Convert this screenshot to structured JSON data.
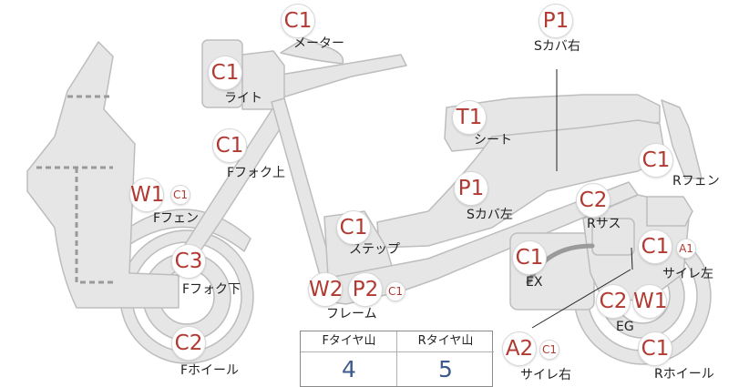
{
  "parts": [
    {
      "id": "meter",
      "name": "メーター",
      "grades": [
        "C1"
      ]
    },
    {
      "id": "s-cover-right",
      "name": "Sカバ右",
      "grades": [
        "P1"
      ]
    },
    {
      "id": "light",
      "name": "ライト",
      "grades": [
        "C1"
      ]
    },
    {
      "id": "seat",
      "name": "シート",
      "grades": [
        "T1"
      ]
    },
    {
      "id": "front-fork-upper",
      "name": "Fフォク上",
      "grades": [
        "C1"
      ]
    },
    {
      "id": "rear-fender",
      "name": "Rフェン",
      "grades": [
        "C1"
      ]
    },
    {
      "id": "front-fender",
      "name": "Fフェン",
      "grades": [
        "W1",
        "C1"
      ]
    },
    {
      "id": "s-cover-left",
      "name": "Sカバ左",
      "grades": [
        "P1"
      ]
    },
    {
      "id": "rear-suspension",
      "name": "Rサス",
      "grades": [
        "C2"
      ]
    },
    {
      "id": "step",
      "name": "ステップ",
      "grades": [
        "C1"
      ]
    },
    {
      "id": "side-muffler-left",
      "name": "サイレ左",
      "grades": [
        "C1",
        "A1"
      ]
    },
    {
      "id": "exhaust",
      "name": "EX",
      "grades": [
        "C1"
      ]
    },
    {
      "id": "front-fork-lower",
      "name": "Fフォク下",
      "grades": [
        "C3"
      ]
    },
    {
      "id": "frame",
      "name": "フレーム",
      "grades": [
        "W2",
        "P2",
        "C1"
      ]
    },
    {
      "id": "engine",
      "name": "EG",
      "grades": [
        "C2",
        "W1"
      ]
    },
    {
      "id": "front-wheel",
      "name": "Fホイール",
      "grades": [
        "C2"
      ]
    },
    {
      "id": "side-muffler-right",
      "name": "サイレ右",
      "grades": [
        "A2",
        "C1"
      ]
    },
    {
      "id": "rear-wheel",
      "name": "Rホイール",
      "grades": [
        "C1"
      ]
    }
  ],
  "tread": {
    "front_label": "Fタイヤ山",
    "rear_label": "Rタイヤ山",
    "front_value": "4",
    "rear_value": "5"
  },
  "colors": {
    "badge_text": "#b03a32",
    "body_fill": "#e6e6e6",
    "outline": "#bdbdbd",
    "tread_value": "#3c5a8c"
  }
}
